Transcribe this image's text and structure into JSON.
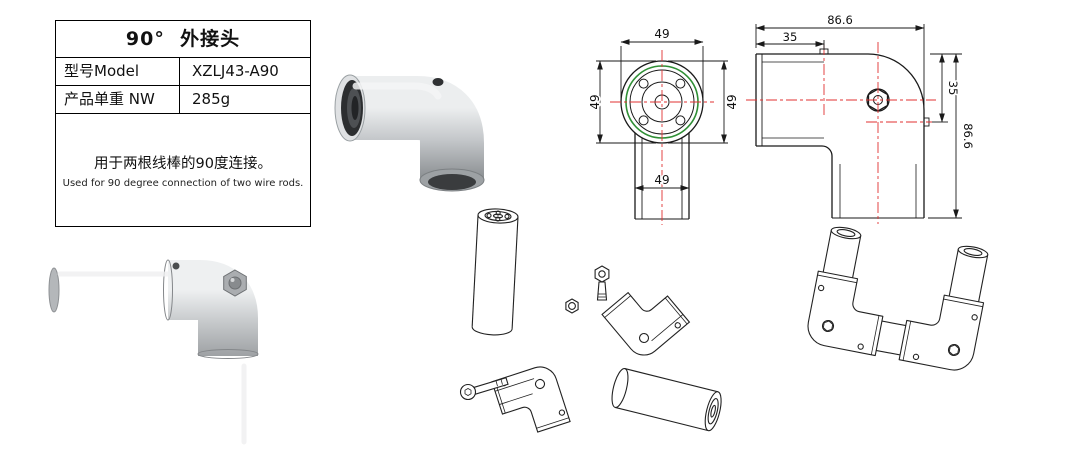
{
  "spec_table": {
    "title": "90°  外接头",
    "model_label": "型号Model",
    "model_value": "XZLJ43-A90",
    "weight_label": "产品单重 NW",
    "weight_value": "285g",
    "description_cn": "用于两根线棒的90度连接。",
    "description_en": "Used for 90 degree connection of two wire rods."
  },
  "dimensions": {
    "front_top": "49",
    "front_left": "49",
    "front_right": "49",
    "front_bottom": "49",
    "side_width": "86.6",
    "side_offset_h": "35",
    "side_height": "86.6",
    "side_offset_v": "35"
  },
  "colors": {
    "outline": "#1a1a1a",
    "centerline_red": "#e03030",
    "seal_green": "#2f8f35",
    "metal_light": "#eceeef",
    "metal_dark": "#898d90"
  }
}
